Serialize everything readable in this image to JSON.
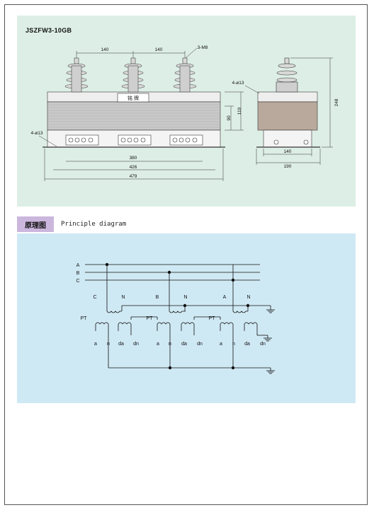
{
  "page": {
    "model": "JSZFW3-10GB",
    "section_label": "原理图",
    "section_subtitle": "Principle diagram"
  },
  "outline": {
    "nameplate": "铭 牌",
    "dim_140_a": "140",
    "dim_140_b": "140",
    "thread": "3-M8",
    "holes_right": "4-ø13",
    "holes_left": "4-ø13",
    "dim_90": "90",
    "dim_119": "119",
    "dim_380": "380",
    "dim_426": "426",
    "dim_479": "479",
    "dim_248": "248",
    "dim_140_side": "140",
    "dim_190": "190"
  },
  "schematic": {
    "phase_a": "A",
    "phase_b": "B",
    "phase_c": "C",
    "unit1_primary_left": "C",
    "unit1_primary_right": "N",
    "unit2_primary_left": "B",
    "unit2_primary_right": "N",
    "unit3_primary_left": "A",
    "unit3_primary_right": "N",
    "pt1": "PT",
    "pt2": "PT",
    "pt3": "PT",
    "u1_a": "a",
    "u1_n": "n",
    "u1_da": "da",
    "u1_dn": "dn",
    "u2_a": "a",
    "u2_n": "n",
    "u2_da": "da",
    "u2_dn": "dn",
    "u3_a": "a",
    "u3_n": "n",
    "u3_da": "da",
    "u3_dn": "dn"
  }
}
